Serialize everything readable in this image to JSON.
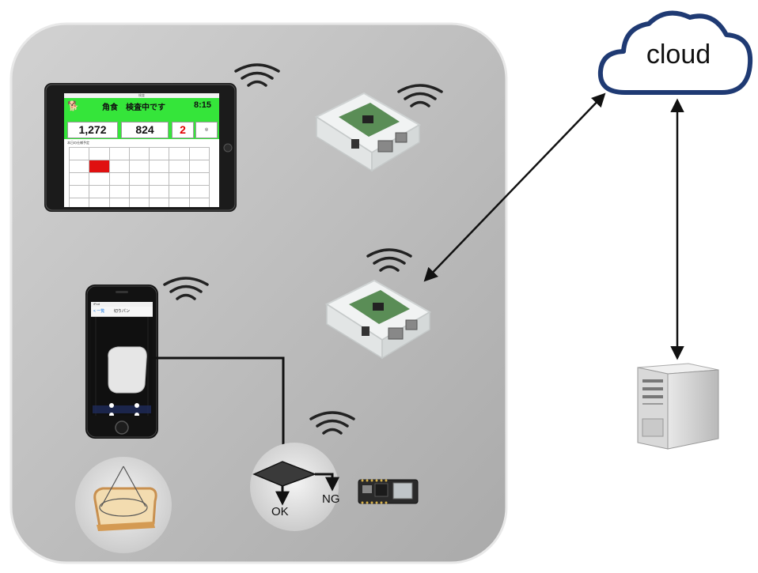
{
  "diagram": {
    "cloud_label": "cloud",
    "ok_label": "OK",
    "ng_label": "NG"
  },
  "tablet": {
    "status_text": "検査",
    "title": "角食　検査中です",
    "time": "8:15",
    "count_total": "1,272",
    "count_ok": "824",
    "count_ng": "2",
    "table_title": "本日の仕様予定"
  },
  "phone": {
    "status_text": "iPod",
    "back_label": "< 一覧",
    "title": "切りパン"
  },
  "colors": {
    "panel": "#bdbdbd",
    "tablet_header": "#35e53a",
    "cloud_outline": "#1f3a73",
    "ng_number": "#e30000"
  },
  "icons": [
    "wifi-icon",
    "raspberry-pi-icon",
    "tablet-icon",
    "phone-icon",
    "server-icon",
    "bread-icon",
    "decision-diamond-icon",
    "microcontroller-icon"
  ]
}
